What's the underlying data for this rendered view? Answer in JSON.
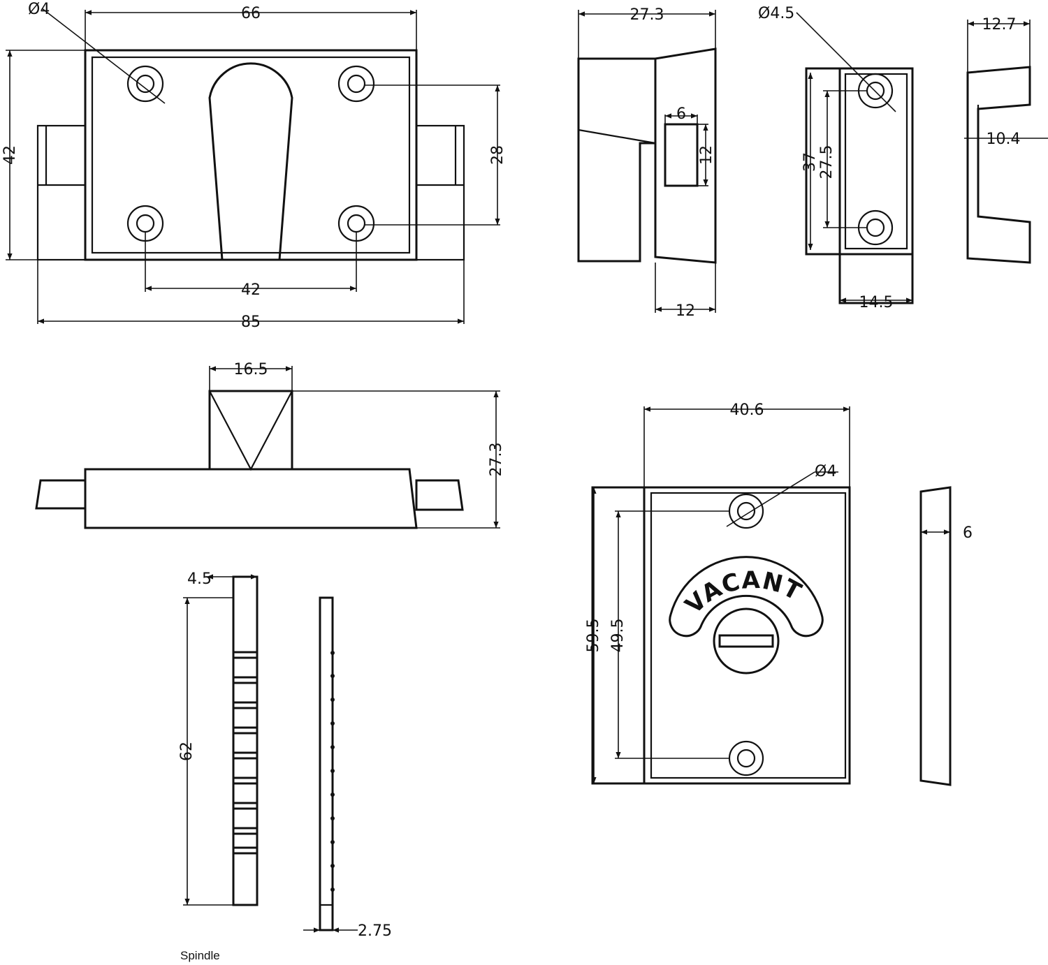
{
  "lock_body_front": {
    "hole_diameter": "Ø4",
    "width": "66",
    "height": "42",
    "hole_vertical_spacing": "28",
    "hole_horizontal_spacing": "42",
    "overall_width": "85"
  },
  "lock_body_side": {
    "depth": "27.3",
    "slot_width": "6",
    "slot_height": "12",
    "plate_thickness": "12"
  },
  "keep_front": {
    "hole_diameter": "Ø4.5",
    "height": "37",
    "hole_spacing": "27.5",
    "width": "14.5"
  },
  "keep_side": {
    "depth": "12.7",
    "inner": "10.4"
  },
  "lock_top": {
    "knob_width": "16.5",
    "height": "27.3"
  },
  "indicator_front": {
    "width": "40.6",
    "hole_diameter": "Ø4",
    "height": "59.5",
    "hole_spacing": "49.5",
    "sign_text": "VACANT"
  },
  "indicator_side": {
    "thickness": "6"
  },
  "spindle": {
    "width": "4.5",
    "length": "62",
    "thickness": "2.75",
    "caption": "Spindle"
  }
}
